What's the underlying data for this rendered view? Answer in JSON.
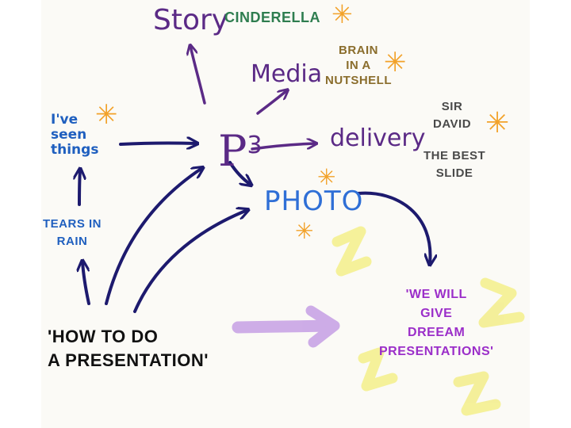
{
  "nodes": {
    "story": "Story",
    "cinderella": "Cinderella",
    "media": "Media",
    "brain": "Brain\nin a\nNutshell",
    "ive_seen": "I've\nseen\nthings",
    "p3_base": "P",
    "p3_exp": "3",
    "delivery": "delivery",
    "sir_david": "Sir\nDavid",
    "best_slide": "The Best\nSlide",
    "photo": "PHOTO",
    "tears": "Tears in\nRain",
    "how_to": "'How To Do\nA Presentation'",
    "dream": "'We will\ngive\nDreeam\nPresentations'"
  },
  "colors": {
    "purple": "#5b2a86",
    "navy": "#1d1a6e",
    "green": "#2e7d4f",
    "olive": "#8a6d2c",
    "gray": "#4a4a4a",
    "blue": "#2f6fd6",
    "violet": "#9b2ec9",
    "star": "#f2a22a",
    "lilac": "#c9a4e6",
    "yellow": "#f3ee8a"
  },
  "icons": [
    "star-icon",
    "lightning-bolt-icon"
  ]
}
